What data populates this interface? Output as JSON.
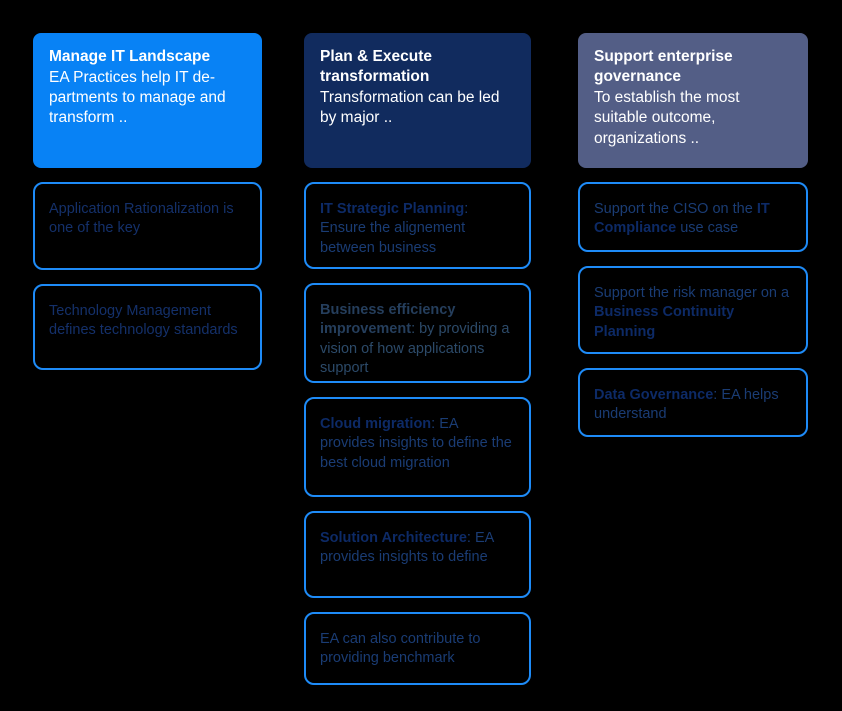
{
  "palette": {
    "background": "#000000",
    "bright_blue": "#0882F5",
    "navy": "#112B5E",
    "slate": "#535E86",
    "card_border": "#1E8BF7",
    "card_text_regular": "#1A3C74",
    "card_text_bold": "#0D2A66",
    "card_text_muted": "#2C4A69",
    "header_text": "#FFFFFF"
  },
  "columns": [
    {
      "header": {
        "title": "Manage IT Landscape",
        "body": "EA Practices help IT de-partments to manage and transform ..",
        "accent": "#0882F5"
      },
      "cards": [
        {
          "segments": [
            {
              "text": "Application Rationalization is one of the key",
              "bold": false
            }
          ]
        },
        {
          "segments": [
            {
              "text": "Technology Management defines technology standards",
              "bold": false
            }
          ]
        }
      ]
    },
    {
      "header": {
        "title": "Plan & Execute transformation",
        "body": "Transformation can be led by major ..",
        "accent": "#112B5E"
      },
      "cards": [
        {
          "segments": [
            {
              "text": "IT Strategic Planning",
              "bold": true
            },
            {
              "text": ": Ensure the alignement between business",
              "bold": false
            }
          ]
        },
        {
          "muted": true,
          "segments": [
            {
              "text": "Business efficiency improvement",
              "bold": true
            },
            {
              "text": ": by providing a vision of how applications support",
              "bold": false
            }
          ]
        },
        {
          "segments": [
            {
              "text": "Cloud migration",
              "bold": true
            },
            {
              "text": ": EA provides insights to define the best cloud migration",
              "bold": false
            }
          ]
        },
        {
          "segments": [
            {
              "text": "Solution Architecture",
              "bold": true
            },
            {
              "text": ": EA provides insights to define",
              "bold": false
            }
          ]
        },
        {
          "segments": [
            {
              "text": "EA can also contribute to providing benchmark",
              "bold": false
            }
          ]
        }
      ]
    },
    {
      "header": {
        "title": "Support enterprise governance",
        "body": "To establish the most suitable outcome, organizations ..",
        "accent": "#535E86"
      },
      "cards": [
        {
          "segments": [
            {
              "text": "Support the CISO on the ",
              "bold": false
            },
            {
              "text": "IT Compliance",
              "bold": true
            },
            {
              "text": " use case",
              "bold": false
            }
          ]
        },
        {
          "segments": [
            {
              "text": "Support the risk manager on a ",
              "bold": false
            },
            {
              "text": "Business Continuity Planning",
              "bold": true
            }
          ]
        },
        {
          "segments": [
            {
              "text": "Data Governance",
              "bold": true
            },
            {
              "text": ": EA helps understand",
              "bold": false
            }
          ]
        }
      ]
    }
  ]
}
